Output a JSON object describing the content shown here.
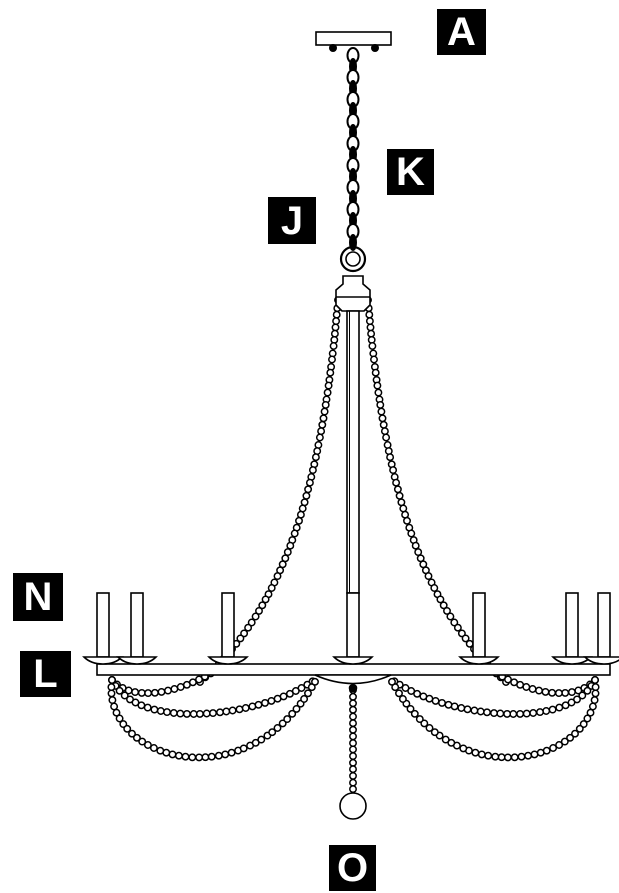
{
  "diagram": {
    "labels": {
      "A": "A",
      "K": "K",
      "J": "J",
      "N": "N",
      "L": "L",
      "O": "O"
    },
    "candle_count": 7
  },
  "colors": {
    "line": "#000000",
    "background": "#ffffff",
    "callout_bg": "#000000",
    "callout_text": "#ffffff"
  }
}
